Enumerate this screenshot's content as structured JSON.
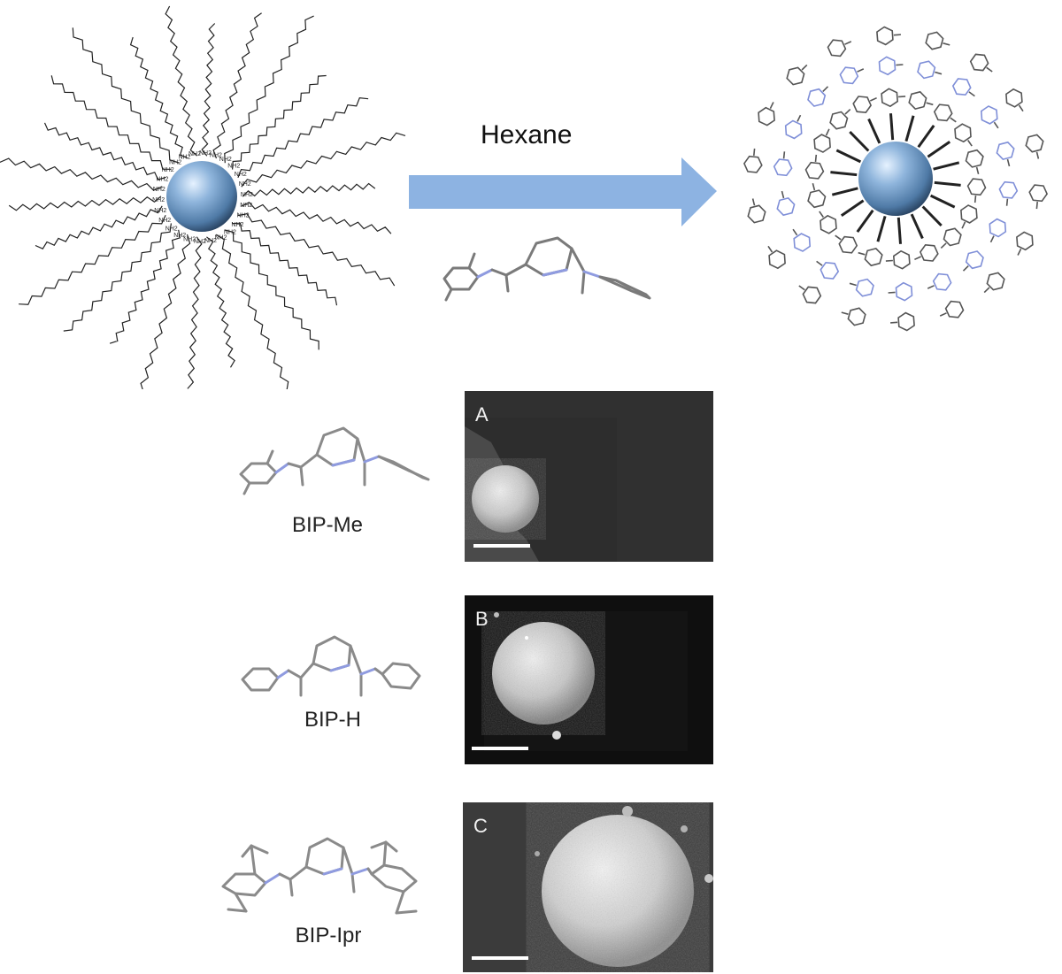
{
  "reaction": {
    "solvent_label": "Hexane",
    "arrow_color": "#8db3e2",
    "sphere_color": "#7fa7cf"
  },
  "surface_ligand_label": "NH2",
  "ligands": [
    {
      "label": "BIP-Me",
      "panel": "A"
    },
    {
      "label": "BIP-H",
      "panel": "B"
    },
    {
      "label": "BIP-Ipr",
      "panel": "C"
    }
  ]
}
